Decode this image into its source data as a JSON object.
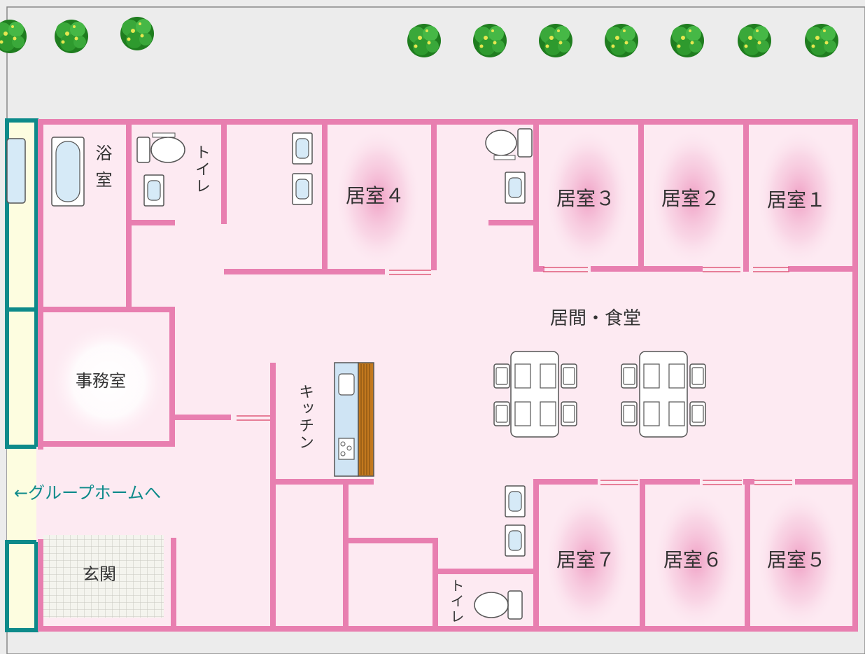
{
  "labels": {
    "bath": "浴室",
    "toilet_top": "トイレ",
    "toilet_bottom": "トイレ",
    "room1": "居室１",
    "room2": "居室２",
    "room3": "居室３",
    "room4": "居室４",
    "room5": "居室５",
    "room6": "居室６",
    "room7": "居室７",
    "living": "居間・食堂",
    "office": "事務室",
    "kitchen": "キッチン",
    "entrance": "玄関",
    "to_grouphome": "←グループホームへ"
  },
  "colors": {
    "wall": "#e87fb0",
    "floor": "#fdeaf2",
    "room_glow": "#f0a8c8",
    "outside": "#ececec",
    "corridor": "#fdfde0",
    "teal": "#0d8a8a",
    "tree": "#2f9a2f"
  },
  "icons": [
    "tree-icon",
    "bathtub-icon",
    "toilet-icon",
    "washbasin-icon",
    "dining-table-icon",
    "chair-icon",
    "kitchen-counter-icon",
    "stove-icon"
  ]
}
